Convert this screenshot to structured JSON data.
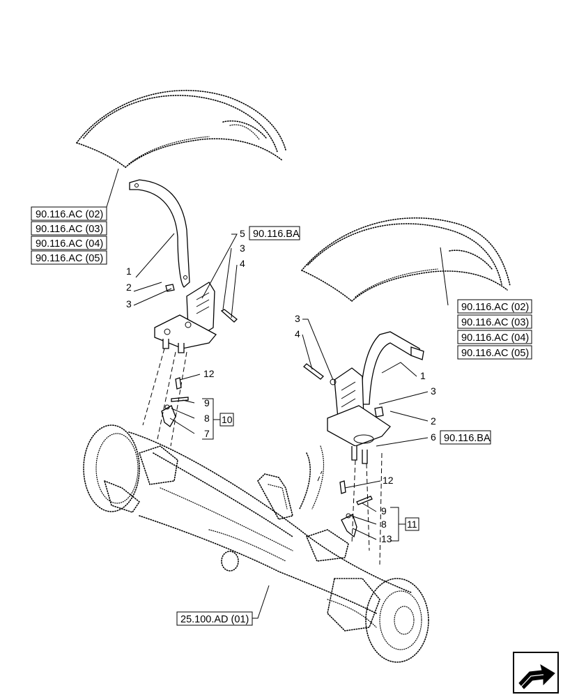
{
  "references": {
    "left_fender": [
      "90.116.AC (02)",
      "90.116.AC (03)",
      "90.116.AC (04)",
      "90.116.AC (05)"
    ],
    "right_fender": [
      "90.116.AC (02)",
      "90.116.AC (03)",
      "90.116.AC (04)",
      "90.116.AC (05)"
    ],
    "left_bracket": "90.116.BA",
    "right_bracket": "90.116.BA",
    "axle": "25.100.AD (01)"
  },
  "callouts": {
    "left": {
      "n1": "1",
      "n2": "2",
      "n3a": "3",
      "n5": "5",
      "n3b": "3",
      "n4": "4",
      "n12": "12",
      "n9": "9",
      "n8": "8",
      "n7": "7",
      "group": "10"
    },
    "right": {
      "n3a": "3",
      "n4": "4",
      "n1": "1",
      "n3b": "3",
      "n2": "2",
      "n6": "6",
      "n12": "12",
      "n9": "9",
      "n8": "8",
      "n13": "13",
      "group": "11"
    }
  },
  "icons": {
    "corner": "next-page-arrow-icon"
  }
}
